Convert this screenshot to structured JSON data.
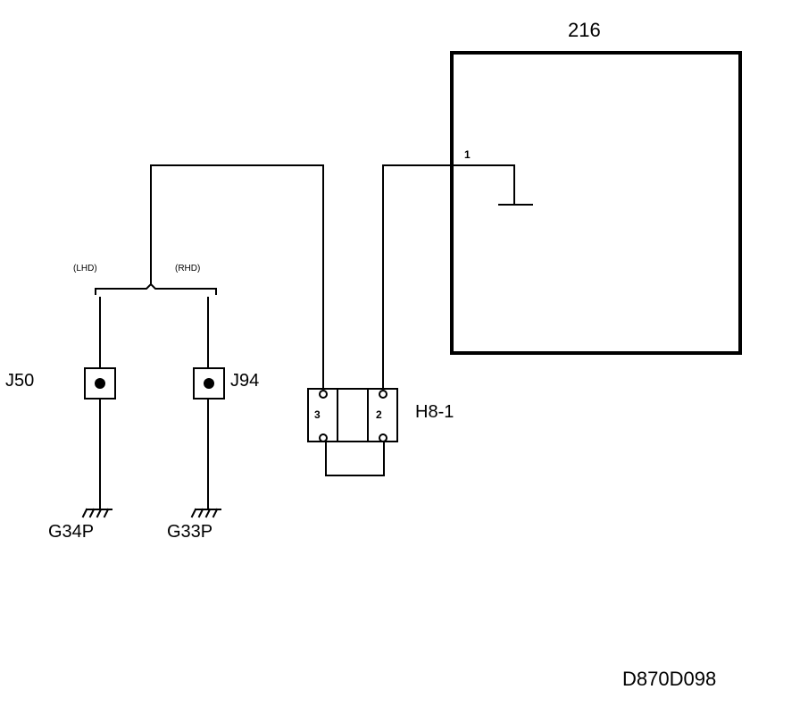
{
  "component": {
    "id": "216",
    "pin_label": "1"
  },
  "harness_connector": {
    "id": "H8-1",
    "left_pin": "3",
    "right_pin": "2"
  },
  "variants": {
    "left": "(LHD)",
    "right": "(RHD)"
  },
  "splices": {
    "left": "J50",
    "right": "J94"
  },
  "grounds": {
    "left": "G34P",
    "right": "G33P"
  },
  "diagram_code": "D870D098",
  "colors": {
    "line": "#000000",
    "background": "#ffffff"
  }
}
